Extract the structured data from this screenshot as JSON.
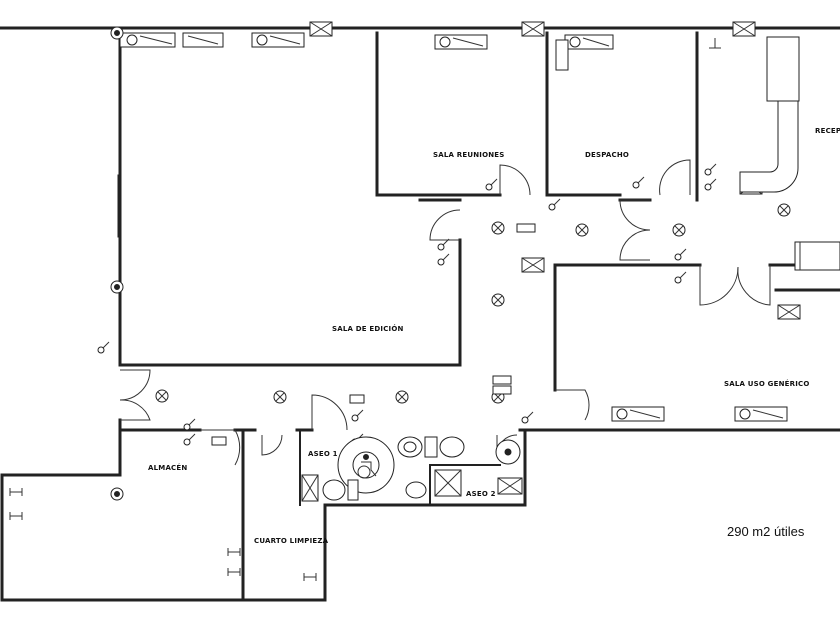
{
  "rooms": {
    "sala_reuniones": "SALA REUNIONES",
    "despacho": "DESPACHO",
    "recepcion": "RECEP",
    "sala_edicion": "SALA DE EDICIÓN",
    "sala_uso_generico": "SALA USO GENÉRICO",
    "almacen": "ALMACÉN",
    "aseo_1": "ASEO 1",
    "aseo_2": "ASEO 2",
    "cuarto_limpieza": "CUARTO LIMPIEZA"
  },
  "summary": {
    "area": "290 m2 útiles"
  },
  "symbols": {
    "ceiling_light": "crossed-circle-icon",
    "wall_switch": "switch-icon",
    "light_fixture": "fluorescent-fixture-icon",
    "vent": "vent-grille-icon",
    "door": "door-swing-icon"
  }
}
